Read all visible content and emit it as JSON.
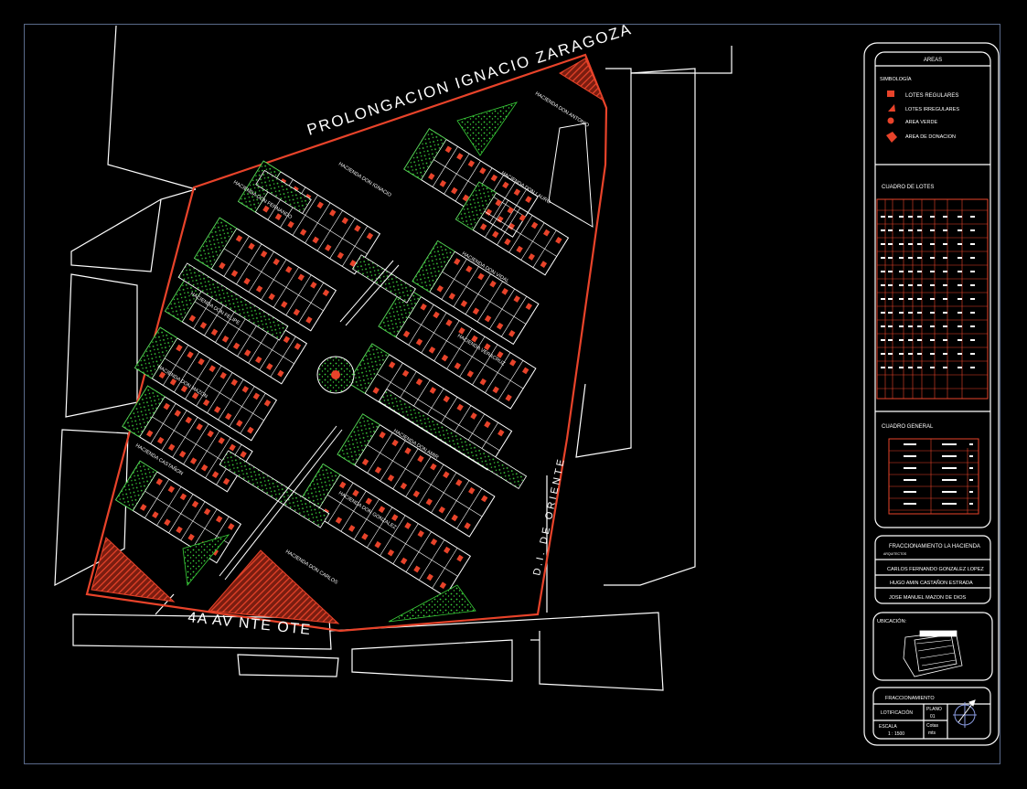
{
  "colors": {
    "background": "#000000",
    "boundary": "#e8432a",
    "lot_fill": "#e8432a",
    "green_area": "#3ad13a",
    "lines": "#ffffff",
    "frame": "#5a6a8a"
  },
  "plan": {
    "street_north": "PROLONGACION IGNACIO ZARAGOZA",
    "street_south": "4A AV NTE OTE",
    "street_east": "D.I. DE ORIENTE",
    "blocks": [
      "HACIENDA DON FERNANDO",
      "HACIENDA DON IGNACIO",
      "HACIENDA DON ANTONIO",
      "HACIENDA DON LAURO",
      "HACIENDA DON VIDAL",
      "HACIENDA DON FELIPE",
      "HACIENDA VERACRUZ",
      "HACIENDA DON MAZON",
      "HACIENDA DON AMIR",
      "HACIENDA CASTAÑON",
      "HACIENDA DON GONZALEZ",
      "HACIENDA DON CARLOS"
    ]
  },
  "panel": {
    "areas_title": "AREAS",
    "legend_title": "SIMBOLOGÍA",
    "legend": [
      {
        "label": "LOTES REGULARES",
        "icon": "regular-lot-icon"
      },
      {
        "label": "LOTES IRREGULARES",
        "icon": "irregular-lot-icon"
      },
      {
        "label": "AREA VERDE",
        "icon": "green-area-icon"
      },
      {
        "label": "AREA DE DONACION",
        "icon": "donation-area-icon"
      }
    ],
    "lots_title": "CUADRO DE LOTES",
    "general_title": "CUADRO GENERAL",
    "project_title": "FRACCIONAMIENTO LA HACIENDA",
    "architects_label": "ARQUITECTOS",
    "architects": [
      "CARLOS FERNANDO GONZALEZ LOPEZ",
      "HUGO AMIN CASTAÑON ESTRADA",
      "JOSE MANUEL MAZON DE DIOS"
    ],
    "location_label": "UBICACIÓN:",
    "fraccionamiento_label": "FRACCIONAMIENTO",
    "lotificacion_label": "LOTIFICACIÓN",
    "plano_label": "PLANO",
    "plano_number": "01",
    "escala_label": "ESCALA",
    "escala_value": "1 : 1500",
    "cotas_label": "Cotas",
    "cotas_value": "mts"
  }
}
